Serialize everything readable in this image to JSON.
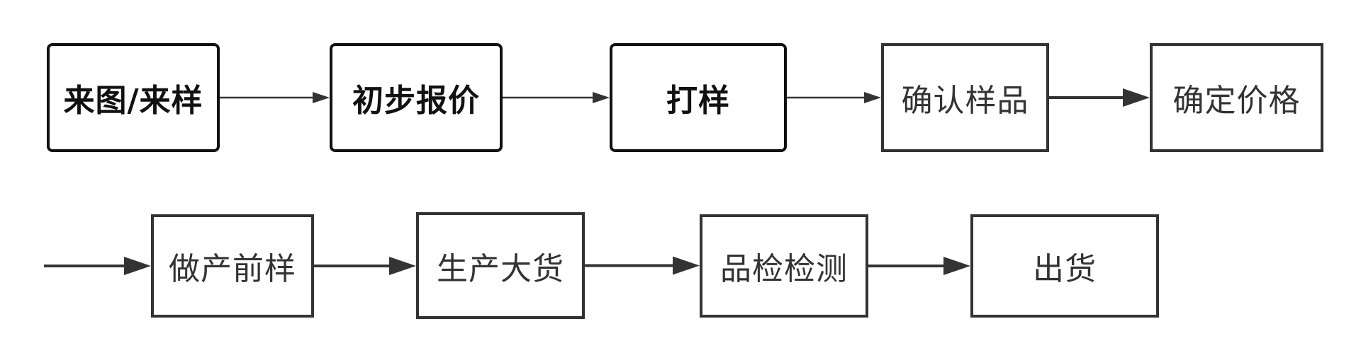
{
  "diagram": {
    "type": "flowchart",
    "rows": [
      {
        "nodes": [
          {
            "id": "n1",
            "label": "来图/来样",
            "style": "rounded"
          },
          {
            "id": "n2",
            "label": "初步报价",
            "style": "rounded"
          },
          {
            "id": "n3",
            "label": "打样",
            "style": "rounded"
          },
          {
            "id": "n4",
            "label": "确认样品",
            "style": "square"
          },
          {
            "id": "n5",
            "label": "确定价格",
            "style": "square"
          }
        ]
      },
      {
        "nodes": [
          {
            "id": "n6",
            "label": "做产前样",
            "style": "square"
          },
          {
            "id": "n7",
            "label": "生产大货",
            "style": "square"
          },
          {
            "id": "n8",
            "label": "品检检测",
            "style": "square"
          },
          {
            "id": "n9",
            "label": "出货",
            "style": "square"
          }
        ]
      }
    ],
    "edges": [
      {
        "from": "n1",
        "to": "n2"
      },
      {
        "from": "n2",
        "to": "n3"
      },
      {
        "from": "n3",
        "to": "n4"
      },
      {
        "from": "n4",
        "to": "n5"
      },
      {
        "from": "n5",
        "to": "n6"
      },
      {
        "from": "n6",
        "to": "n7"
      },
      {
        "from": "n7",
        "to": "n8"
      },
      {
        "from": "n8",
        "to": "n9"
      }
    ],
    "colors": {
      "rounded_border": "#111111",
      "square_border": "#333333",
      "edge": "#333333",
      "text": "#333333",
      "background": "#ffffff"
    }
  }
}
